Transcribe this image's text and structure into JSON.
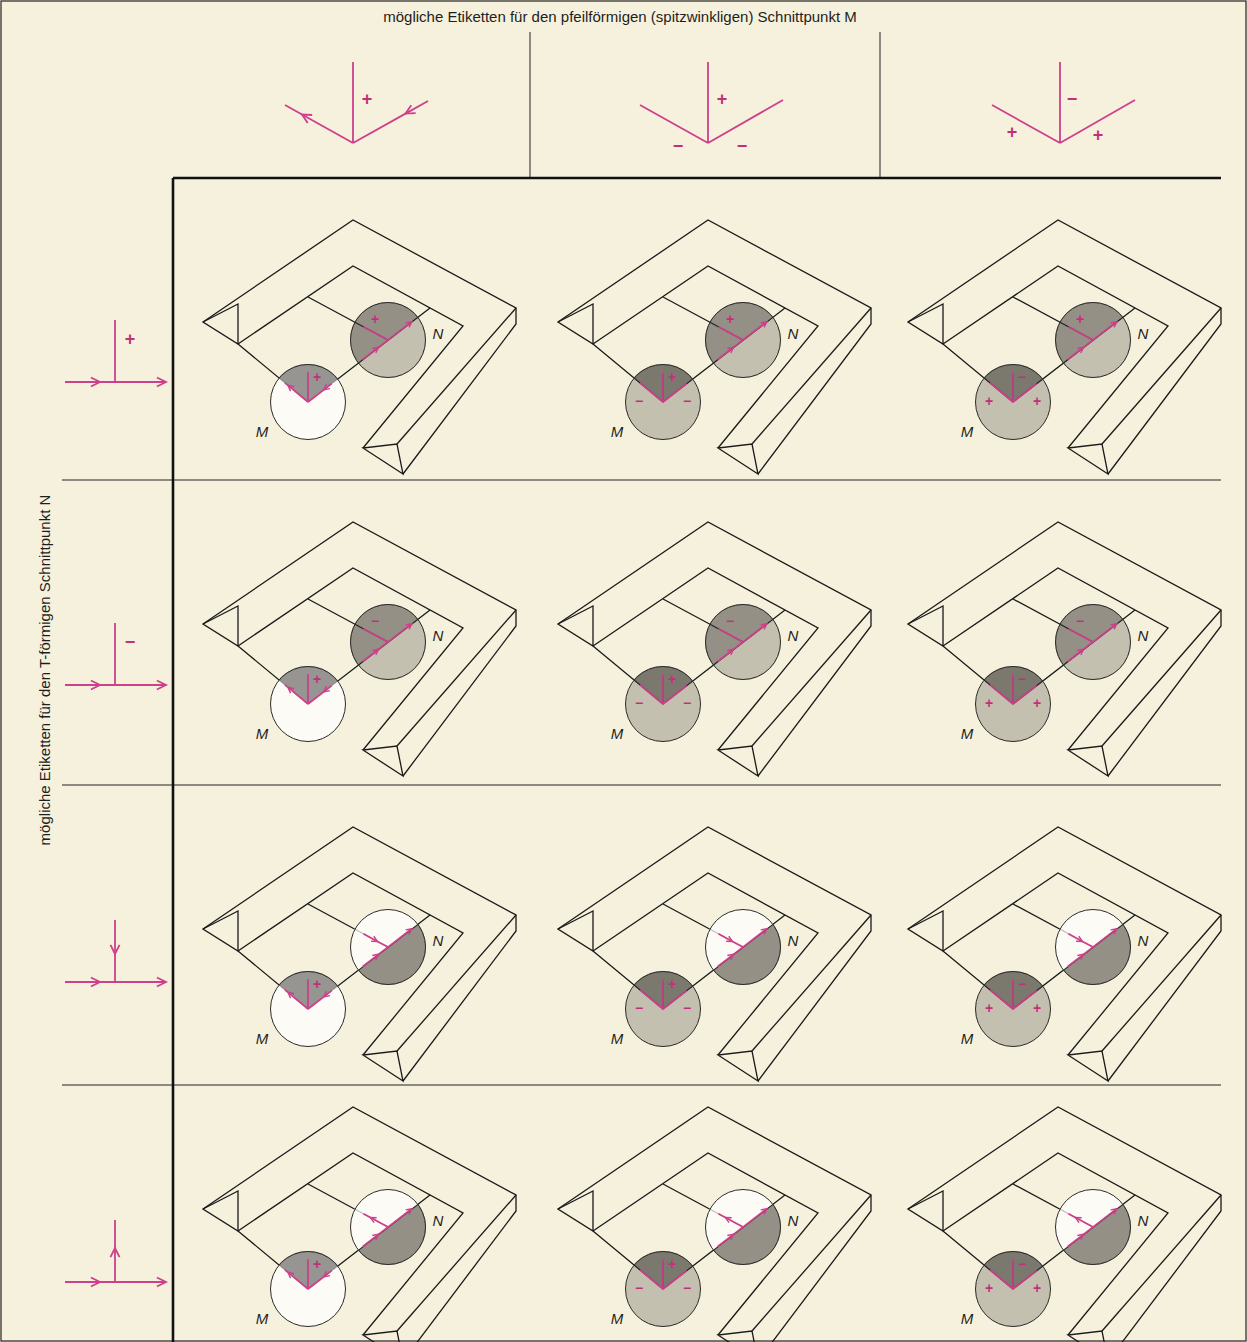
{
  "diagram": {
    "title": "mögliche Etiketten für den pfeilförmigen (spitzwinkligen) Schnittpunkt M",
    "nodes": [
      {
        "text": [
          "N",
          "+"
        ]
      },
      {
        "text": [
          "M",
          "+"
        ]
      },
      {
        "text": [
          "N",
          "+"
        ]
      },
      {
        "text": [
          "M",
          "+",
          "−",
          "−"
        ]
      },
      {
        "text": [
          "N",
          "+"
        ]
      },
      {
        "text": [
          "M",
          "−",
          "+",
          "+"
        ]
      },
      {
        "text": [
          "N",
          "−"
        ]
      },
      {
        "text": [
          "M",
          "+"
        ]
      },
      {
        "text": [
          "N",
          "−"
        ]
      },
      {
        "text": [
          "M",
          "+",
          "−",
          "−"
        ]
      },
      {
        "text": [
          "N",
          "−"
        ]
      },
      {
        "text": [
          "M",
          "−",
          "+",
          "+"
        ]
      },
      {
        "text": [
          "N"
        ]
      },
      {
        "text": [
          "M",
          "+"
        ]
      },
      {
        "text": [
          "N"
        ]
      },
      {
        "text": [
          "M",
          "+",
          "−",
          "−"
        ]
      },
      {
        "text": [
          "N"
        ]
      },
      {
        "text": [
          "M",
          "−",
          "+",
          "+"
        ]
      },
      {
        "text": [
          "N"
        ]
      },
      {
        "text": [
          "M",
          "+"
        ]
      },
      {
        "text": [
          "N"
        ]
      },
      {
        "text": [
          "M",
          "+",
          "−",
          "−"
        ]
      },
      {
        "text": [
          "N"
        ]
      },
      {
        "text": [
          "M",
          "−",
          "+",
          "+"
        ]
      }
    ],
    "labels": [
      "mögliche Etiketten für den T-förmigen Schnittpunkt N",
      "+",
      "+",
      "−",
      "−",
      "−",
      "+",
      "+",
      "+",
      "−"
    ]
  }
}
